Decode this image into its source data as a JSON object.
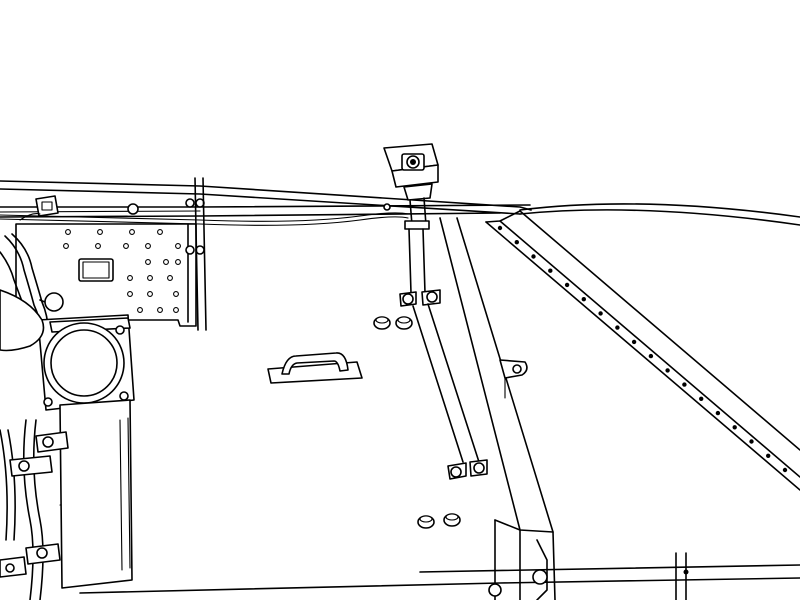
{
  "illustration": {
    "style": "black-and-white technical line drawing",
    "colors": {
      "stroke": "#000000",
      "background": "#ffffff"
    },
    "depicted_parts": [
      "camera",
      "camera-mounting-pole",
      "diagonal-support-strut",
      "mounting-plate-with-holes",
      "work-light",
      "cable-harness",
      "handle",
      "bolt-heads",
      "roof-rail-with-holes",
      "roof-panel"
    ]
  }
}
